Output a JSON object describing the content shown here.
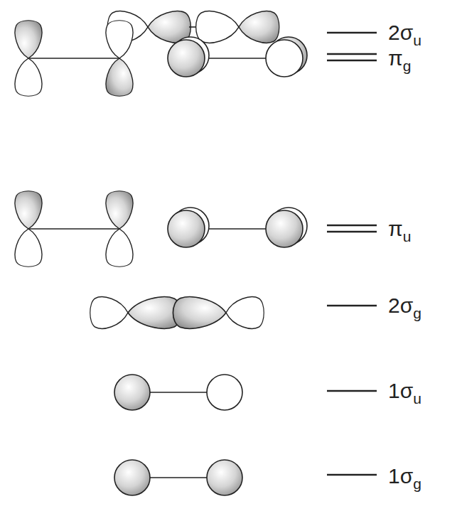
{
  "diagram": {
    "labels": [
      "2σu",
      "πg",
      "πu",
      "2σg",
      "1σu",
      "1σg"
    ]
  }
}
